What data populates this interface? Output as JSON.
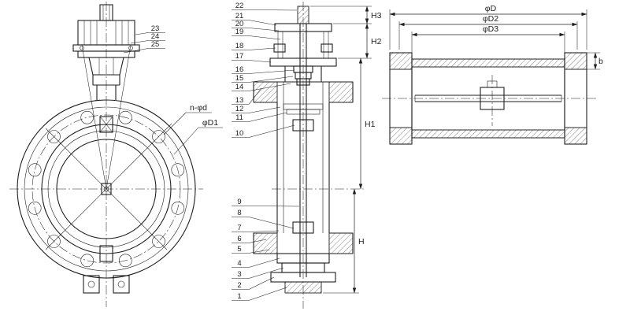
{
  "drawing": {
    "background": "#ffffff",
    "line_color": "#1f1f1f"
  },
  "front_view": {
    "part_labels": [
      "23",
      "24",
      "25"
    ],
    "bolt_note": "n-φd",
    "bolt_circle_label": "φD1"
  },
  "section_view": {
    "upper_labels": [
      "22",
      "21",
      "20",
      "19",
      "18",
      "17",
      "16",
      "15",
      "14",
      "13",
      "12",
      "11",
      "10"
    ],
    "lower_labels": [
      "9",
      "8",
      "7",
      "6",
      "5",
      "4",
      "3",
      "2",
      "1"
    ],
    "dims": {
      "h3": "H3",
      "h2": "H2",
      "h1": "H1",
      "h": "H"
    }
  },
  "end_view": {
    "dims": {
      "d": "φD",
      "d2": "φD2",
      "d3": "φD3",
      "b": "b"
    }
  }
}
